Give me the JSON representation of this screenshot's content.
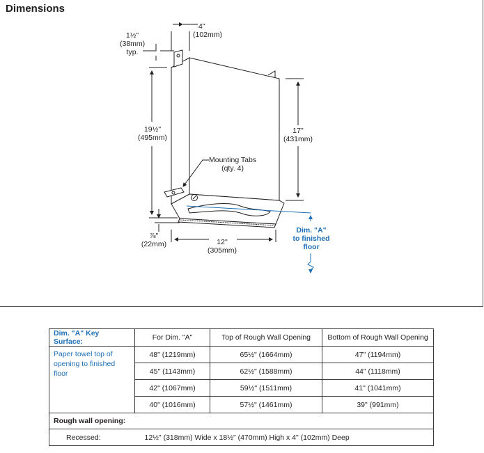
{
  "heading": "Dimensions",
  "drawing": {
    "dim_tab_width": "1½\"",
    "dim_tab_width_mm": "(38mm)",
    "dim_tab_width_note": "typ.",
    "dim_depth": "4\"",
    "dim_depth_mm": "(102mm)",
    "dim_height_total": "19½\"",
    "dim_height_total_mm": "(495mm)",
    "dim_height_back": "17\"",
    "dim_height_back_mm": "(431mm)",
    "mounting_tabs": "Mounting Tabs",
    "mounting_tabs_qty": "(qty. 4)",
    "dim_bottom": "⅞\"",
    "dim_bottom_mm": "(22mm)",
    "dim_width": "12\"",
    "dim_width_mm": "(305mm)",
    "dim_a_line1": "Dim. \"A\"",
    "dim_a_line2": "to finished",
    "dim_a_line3": "floor"
  },
  "table": {
    "headers": [
      "Dim. \"A\" Key Surface:",
      "For Dim. \"A\"",
      "Top of Rough Wall Opening",
      "Bottom of Rough Wall Opening"
    ],
    "key_surface": "Paper towel top of opening to finished floor",
    "rows": [
      [
        "48\" (1219mm)",
        "65½\" (1664mm)",
        "47\" (1194mm)"
      ],
      [
        "45\" (1143mm)",
        "62½\" (1588mm)",
        "44\" (1118mm)"
      ],
      [
        "42\" (1067mm)",
        "59½\" (1511mm)",
        "41\" (1041mm)"
      ],
      [
        "40\" (1016mm)",
        "57½\" (1461mm)",
        "39\" (991mm)"
      ]
    ],
    "rough_heading": "Rough wall opening:",
    "recessed_label": "Recessed:",
    "recessed_value": "12½\" (318mm) Wide x 18½\" (470mm) High x 4\" (102mm) Deep"
  },
  "colors": {
    "accent": "#1d6fb8",
    "line": "#231f20"
  }
}
